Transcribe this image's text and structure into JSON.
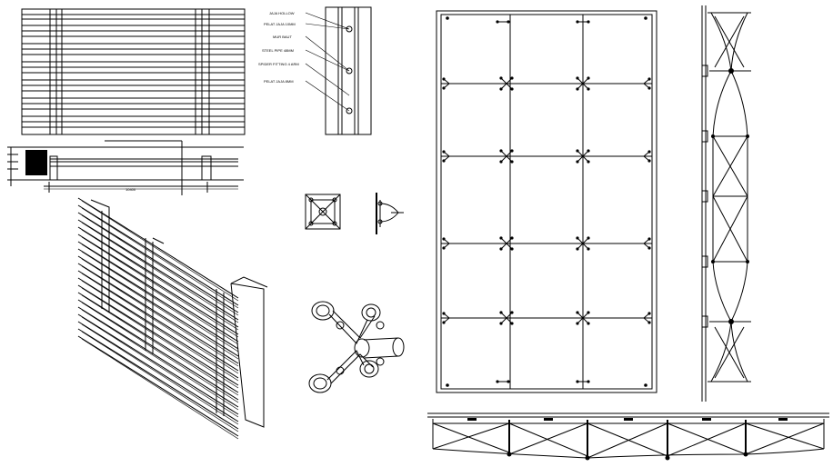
{
  "callouts": {
    "c1": "JAJA HOLLOW",
    "c2": "PELAT JAJA 10MM",
    "c3": "MUR BAUT",
    "c4": "STEEL PIPE 48MM",
    "c5": "SPIDER FITTING 4 ARM",
    "c6": "PELAT JAJA 8MM"
  },
  "section": {
    "dimension": "10400"
  },
  "colors": {
    "line": "#000000",
    "background": "#ffffff"
  }
}
